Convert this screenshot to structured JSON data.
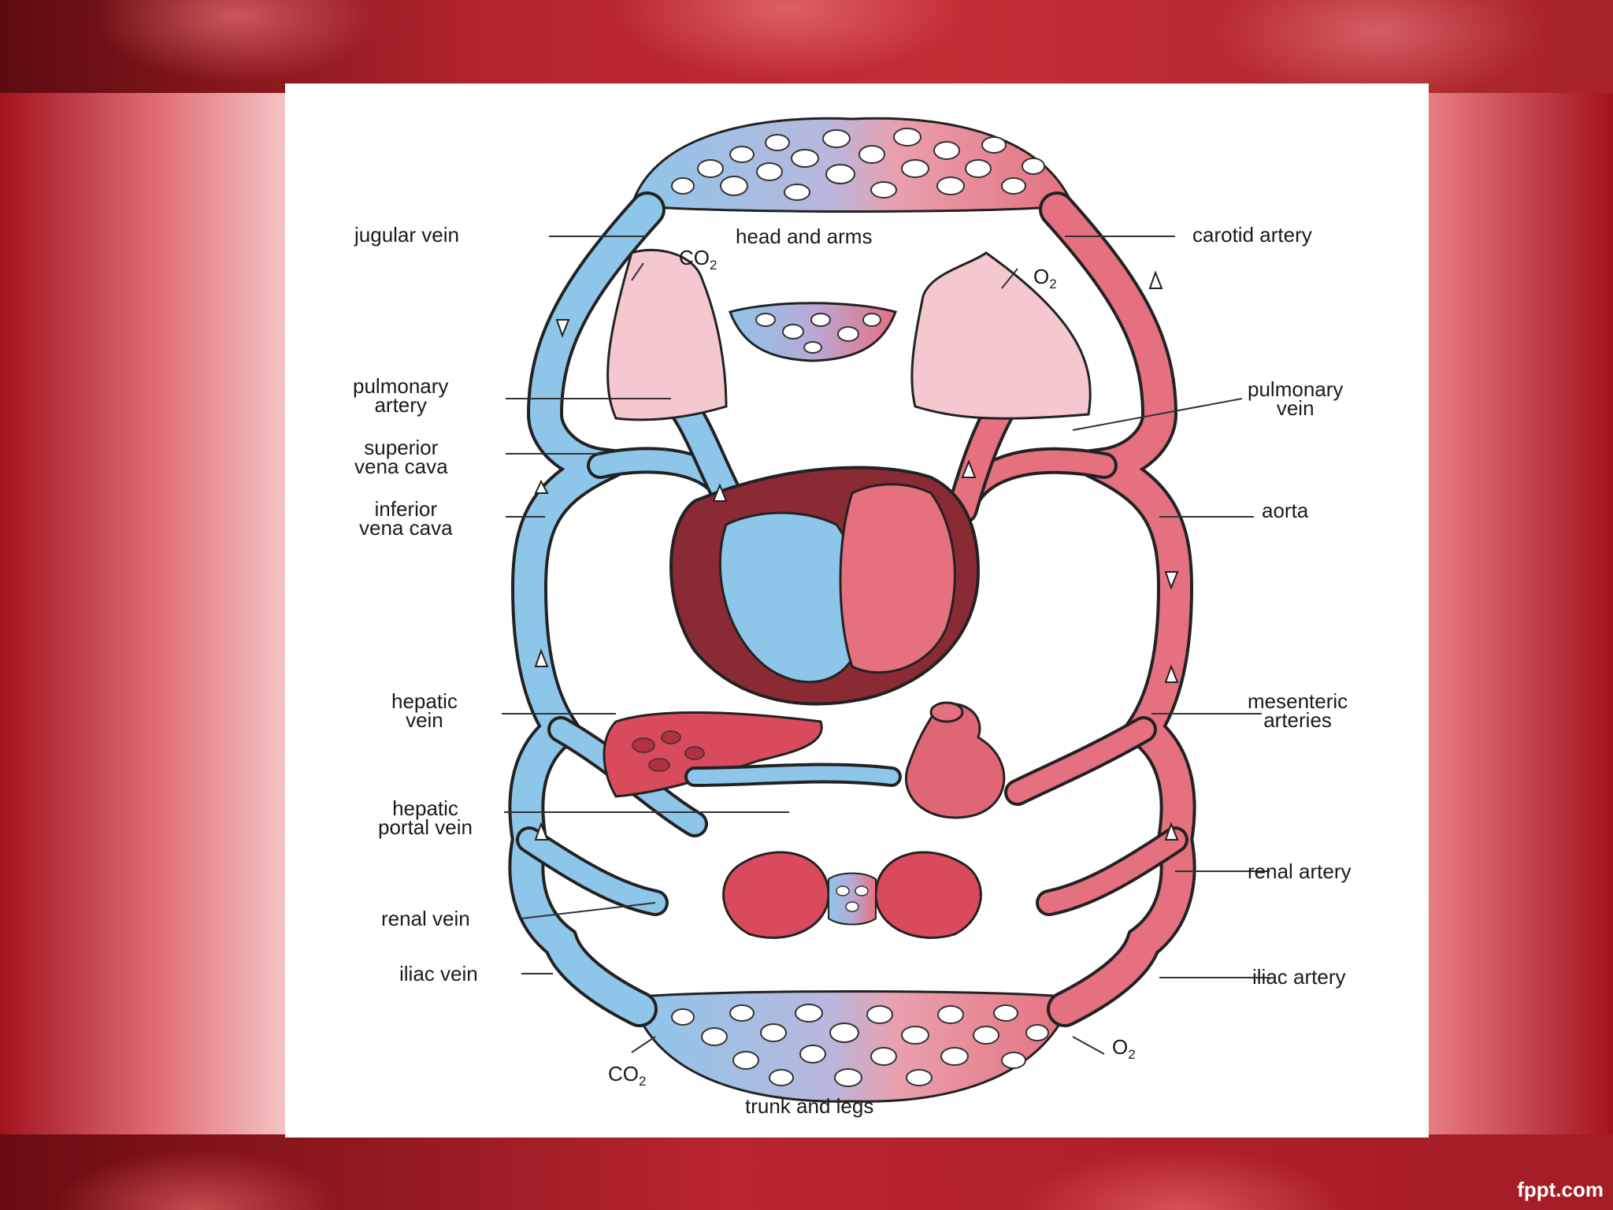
{
  "labels": {
    "head_and_arms": "head and arms",
    "trunk_and_legs": "trunk and legs",
    "jugular_vein": "jugular vein",
    "carotid_artery": "carotid artery",
    "pulmonary_artery": [
      "pulmonary",
      "artery"
    ],
    "pulmonary_vein": [
      "pulmonary",
      "vein"
    ],
    "superior_vena_cava": [
      "superior",
      "vena cava"
    ],
    "inferior_vena_cava": [
      "inferior",
      "vena cava"
    ],
    "aorta": "aorta",
    "hepatic_vein": [
      "hepatic",
      "vein"
    ],
    "mesenteric_arteries": [
      "mesenteric",
      "arteries"
    ],
    "hepatic_portal_vein": [
      "hepatic",
      "portal vein"
    ],
    "renal_artery": "renal artery",
    "renal_vein": "renal vein",
    "iliac_vein": "iliac vein",
    "iliac_artery": "iliac artery"
  },
  "gases": {
    "co2_main": "CO",
    "co2_sub": "2",
    "o2_main": "O",
    "o2_sub": "2"
  },
  "brand": "fppt.com",
  "colors": {
    "vein": "#8ec6ea",
    "artery": "#e5707f",
    "organ_red": "#d94a5c",
    "lung_pink": "#f5c8cf"
  }
}
